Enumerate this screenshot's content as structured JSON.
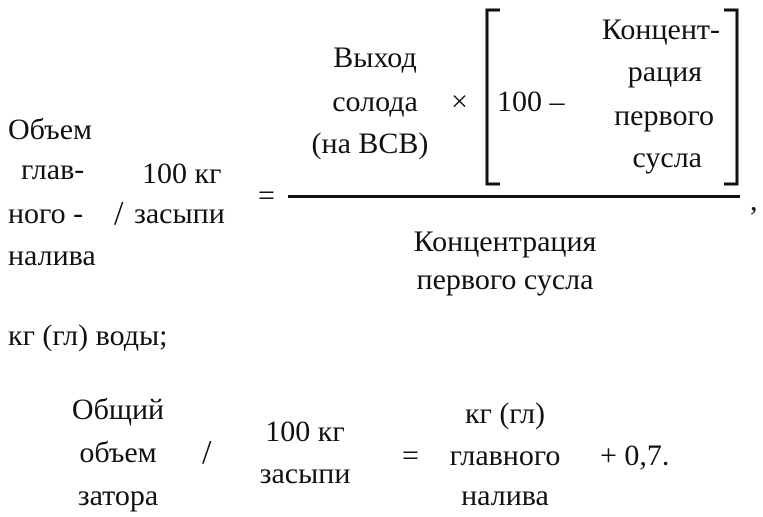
{
  "formula1": {
    "lhs_lines": [
      "Объем",
      "глав-",
      "ного -",
      "налива"
    ],
    "slash": "/",
    "per_lines": [
      "100 кг",
      "засыпи"
    ],
    "equals": "=",
    "numerator": {
      "yield_lines": [
        "Выход",
        "солода",
        "(на ВСВ)"
      ],
      "times": "×",
      "hundred_minus": "100 –",
      "conc_lines": [
        "Концент-",
        "рация",
        "первого",
        "сусла"
      ]
    },
    "denominator_lines": [
      "Концентрация",
      "первого сусла"
    ],
    "comma": ","
  },
  "units_line": "кг (гл) воды;",
  "formula2": {
    "lhs_lines": [
      "Общий",
      "объем",
      "затора"
    ],
    "slash": "/",
    "per_lines": [
      "100 кг",
      "засыпи"
    ],
    "equals": "=",
    "rhs_lines": [
      "кг (гл)",
      "главного",
      "налива"
    ],
    "plus_const": "+ 0,7."
  }
}
